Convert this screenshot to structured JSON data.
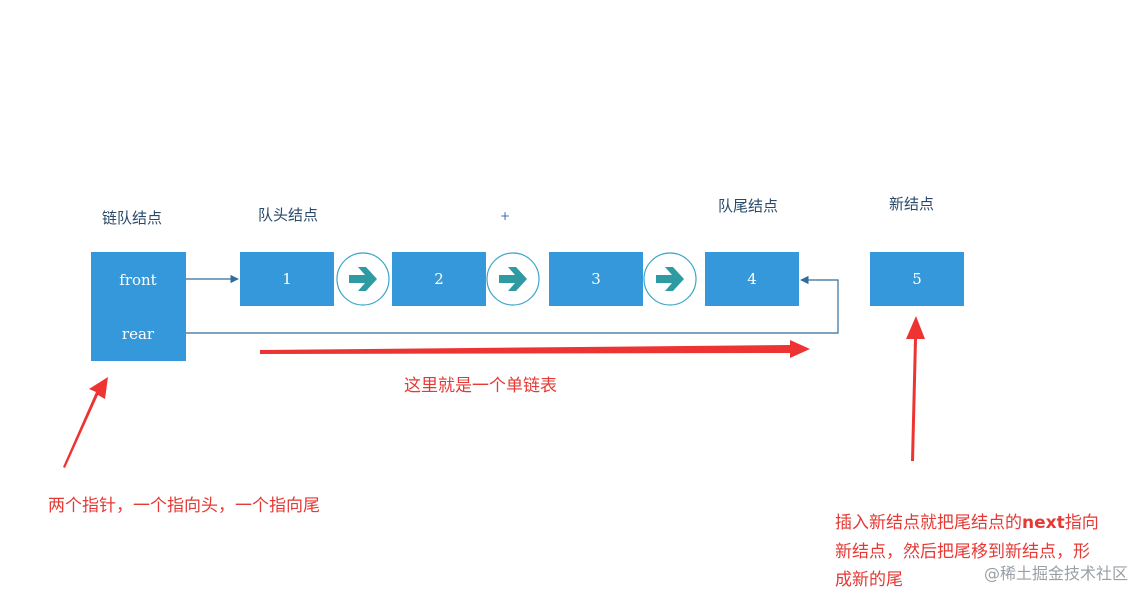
{
  "captions": {
    "queue_node": "链队结点",
    "head_node": "队头结点",
    "plus_mark": "+",
    "tail_node": "队尾结点",
    "new_node": "新结点"
  },
  "pointer_box": {
    "front": "front",
    "rear": "rear"
  },
  "nodes": [
    "1",
    "2",
    "3",
    "4"
  ],
  "new_node_value": "5",
  "notes": {
    "singly_linked": "这里就是一个单链表",
    "two_pointers": "两个指针，一个指向头，一个指向尾",
    "insert_line1_a": "插入新结点就把尾结点的",
    "insert_line1_b": "next",
    "insert_line1_c": "指向",
    "insert_line2": "新结点，然后把尾移到新结点，形",
    "insert_line3": "成新的尾"
  },
  "watermark": "@稀土掘金技术社区",
  "colors": {
    "box_fill": "#3498db",
    "annotation": "#e53935",
    "arrow_circle": "#3aa6c8"
  }
}
